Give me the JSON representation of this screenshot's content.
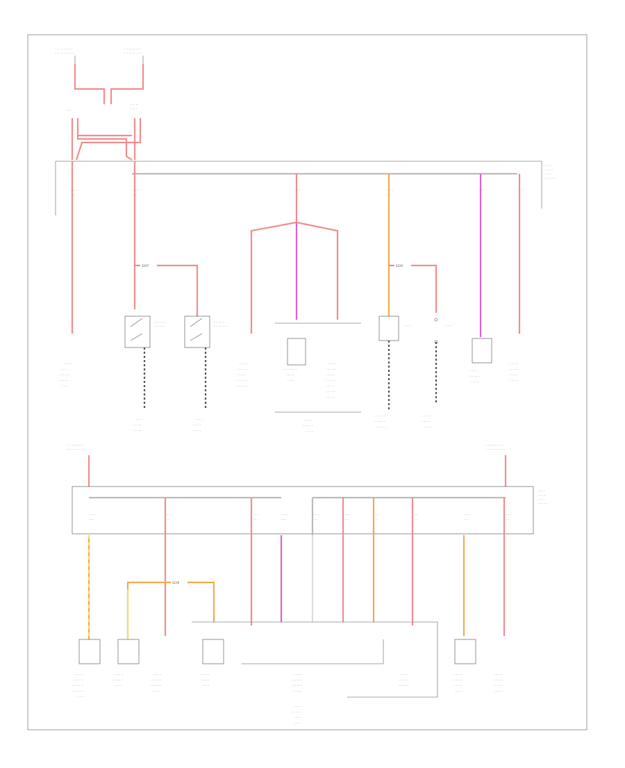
{
  "splices": {
    "s1": "S207",
    "s2": "S220",
    "s3": "S239"
  },
  "footer_code": "",
  "colors": {
    "red": "#f28c8c",
    "pink": "#e060d0",
    "orange": "#f5a94a",
    "yellow": "#e9e07a"
  }
}
